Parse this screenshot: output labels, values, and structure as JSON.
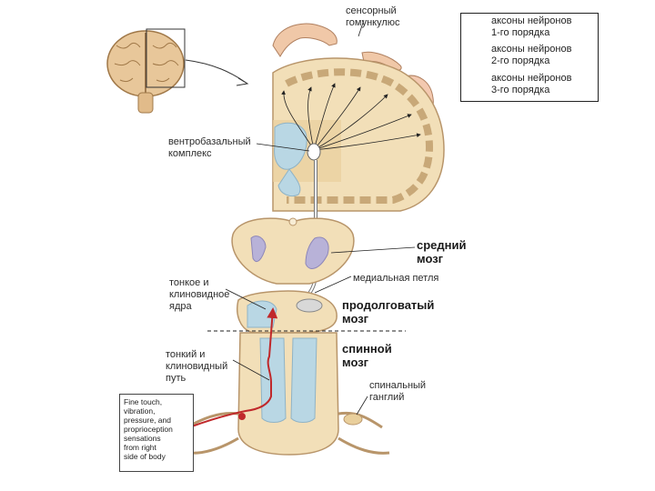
{
  "labels": {
    "sensory_homunculus": "сенсорный\nгомункулюс",
    "ventrobasal_complex": "вентробазальный\nкомплекс",
    "midbrain": "средний\nмозг",
    "medial_lemniscus": "медиальная петля",
    "gracile_cuneate_nuclei": "тонкое и\nклиновидное\nядра",
    "medulla": "продолговатый\nмозг",
    "spinal_cord": "спинной\nмозг",
    "gracile_cuneate_tracts": "тонкий и\nклиновидный\nпуть",
    "spinal_ganglion": "спинальный\nганглий"
  },
  "legend": {
    "items": [
      {
        "text": "аксоны нейронов\n1-го порядка",
        "arrow": "red-filled-arrow"
      },
      {
        "text": "аксоны нейронов\n2-го порядка",
        "arrow": "white-outlined-arrow"
      },
      {
        "text": "аксоны нейронов\n3-го порядка",
        "arrow": "black-arrow"
      }
    ]
  },
  "note": {
    "text": "Fine touch,\nvibration,\npressure, and\nproprioception\nsensations\nfrom right\nside of body"
  },
  "colors": {
    "tissue": "#f2dfb8",
    "tissue_edge": "#b8956a",
    "blue_region": "#b9d7e4",
    "purple_region": "#b8b2d8",
    "first_order": "#c0282a",
    "third_order": "#1a1a1a"
  }
}
